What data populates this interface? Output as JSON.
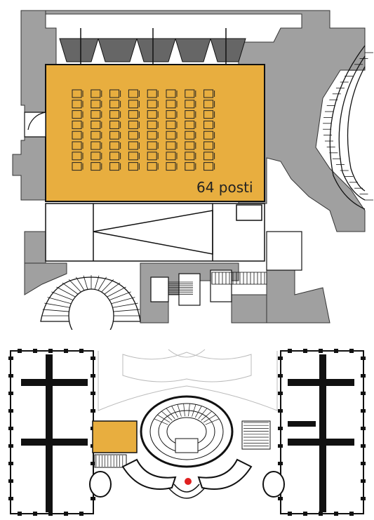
{
  "room": {
    "capacity_label": "64 posti",
    "seat_rows": 8,
    "seat_columns": 8
  },
  "colors": {
    "room_fill": "#E8AE3F",
    "wall_gray": "#A0A0A0",
    "wall_dark": "#111111",
    "ink": "#222222",
    "marker_red": "#E02020"
  },
  "location_map": {
    "marker": "red-dot"
  }
}
